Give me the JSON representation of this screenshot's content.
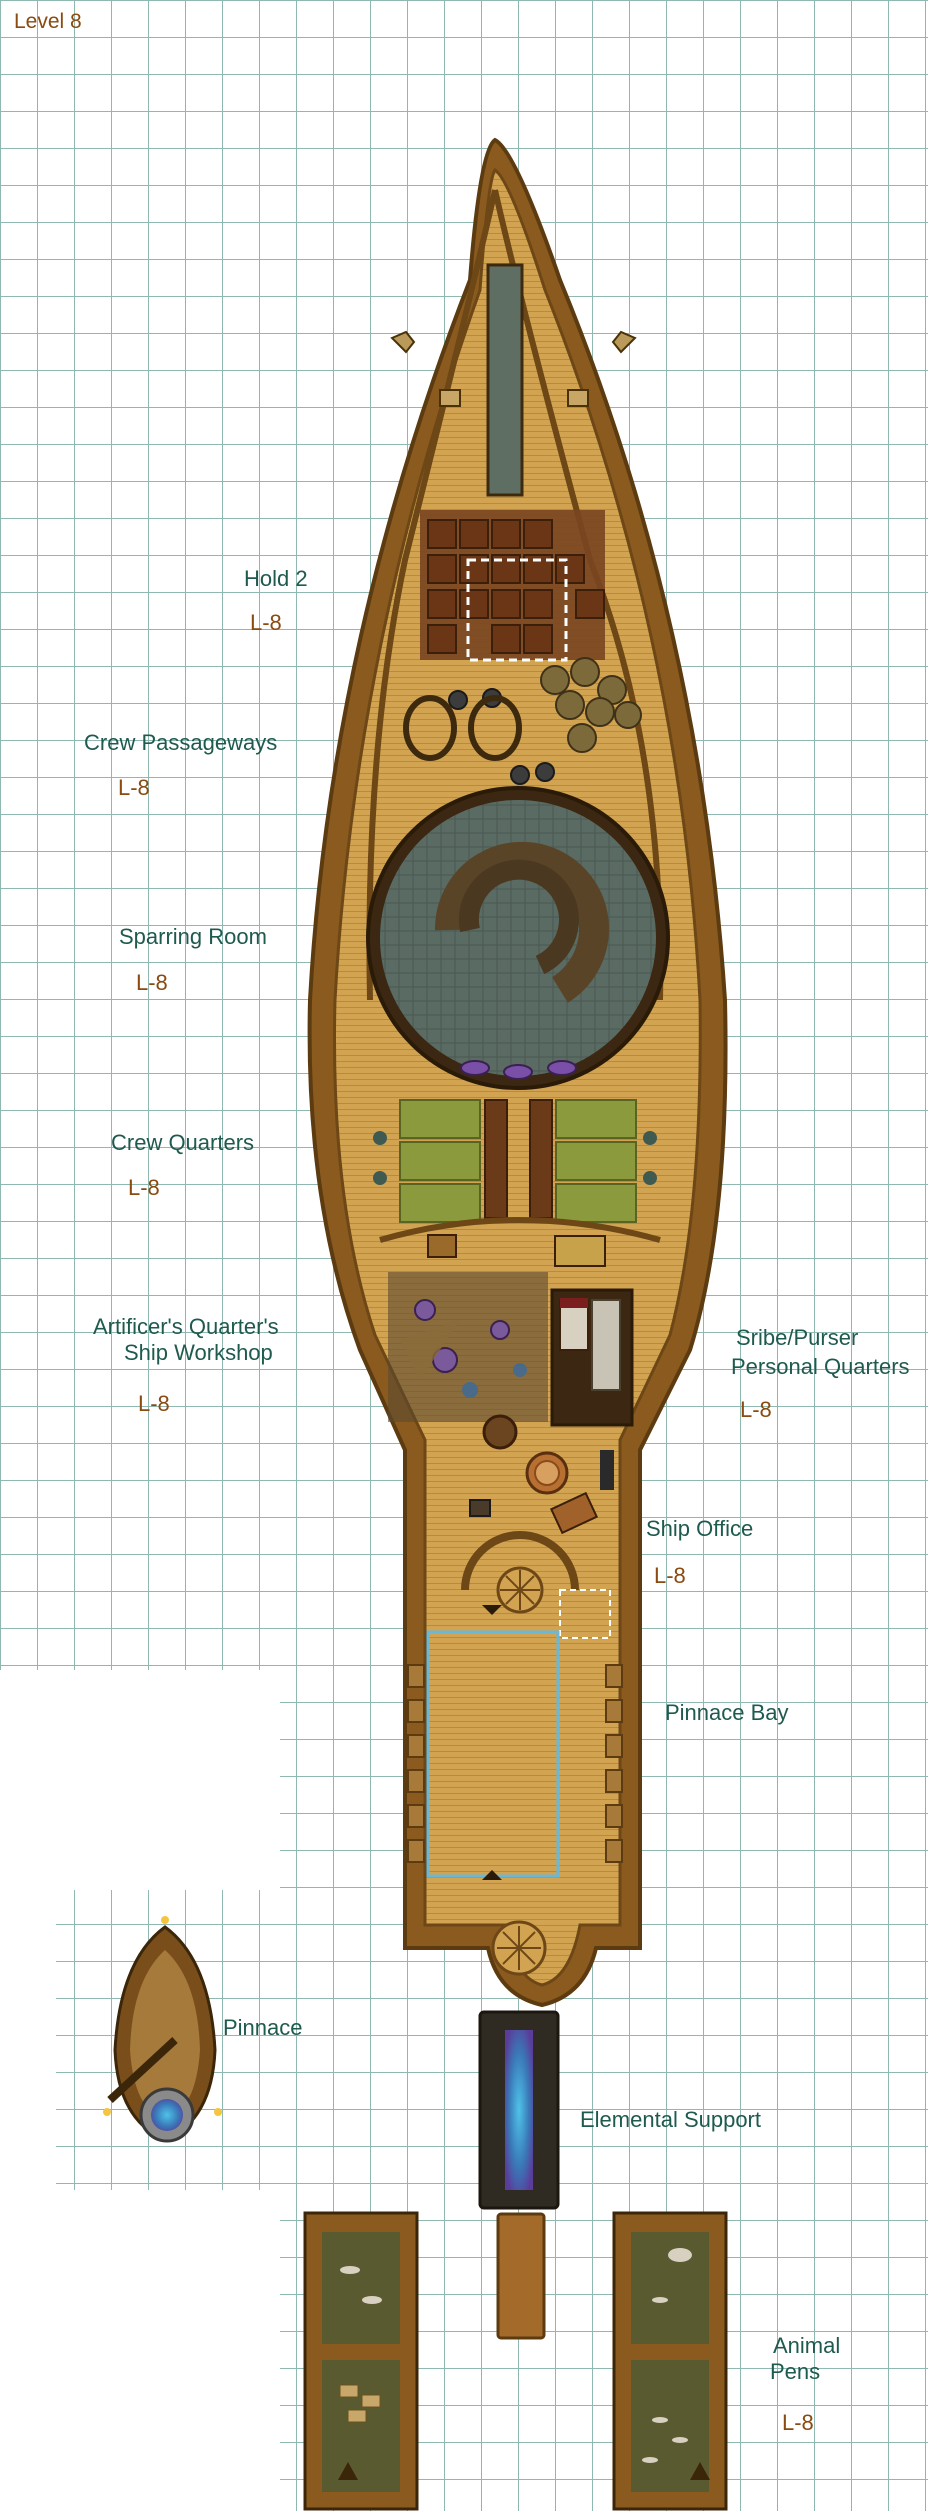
{
  "map": {
    "title": "Level 8",
    "colors": {
      "grid": "#8fb8b0",
      "hull": "#8a5a1e",
      "deck": "#d4a653",
      "label": "#1f5a4f",
      "code": "#8a4a10"
    },
    "rooms": [
      {
        "name": "Hold 2",
        "code": "L-8"
      },
      {
        "name": "Crew Passageways",
        "code": "L-8"
      },
      {
        "name": "Sparring Room",
        "code": "L-8"
      },
      {
        "name": "Crew Quarters",
        "code": "L-8"
      },
      {
        "name_lines": [
          "Artificer's Quarter's",
          "Ship Workshop"
        ],
        "code": "L-8"
      },
      {
        "name_lines": [
          "Sribe/Purser",
          "Personal Quarters"
        ],
        "code": "L-8"
      },
      {
        "name": "Ship Office",
        "code": "L-8"
      },
      {
        "name": "Pinnace Bay"
      },
      {
        "name": "Pinnace"
      },
      {
        "name": "Elemental Support"
      },
      {
        "name_lines": [
          "Animal",
          "Pens"
        ],
        "code": "L-8"
      }
    ]
  }
}
